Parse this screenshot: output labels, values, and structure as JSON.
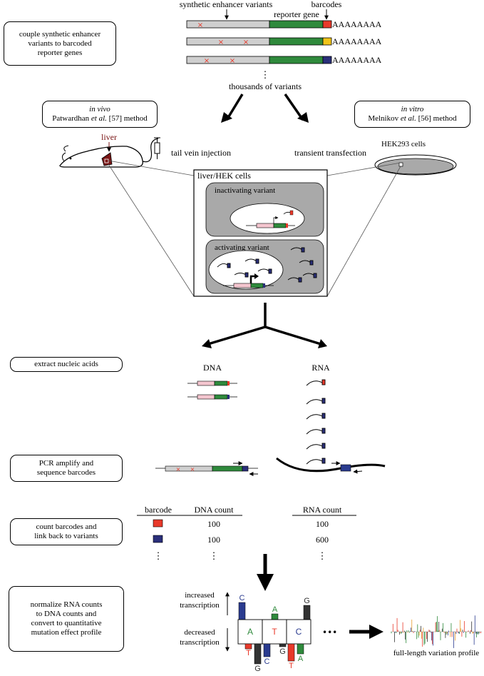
{
  "steps": {
    "couple": [
      "couple synthetic enhancer",
      "variants to barcoded",
      "reporter genes"
    ],
    "extract": "extract nucleic acids",
    "pcr": [
      "PCR amplify and",
      "sequence barcodes"
    ],
    "count": [
      "count barcodes and",
      "link back to variants"
    ],
    "normalize": [
      "normalize RNA counts",
      "to DNA counts and",
      "convert to quantitative",
      "mutation effect profile"
    ]
  },
  "construct": {
    "label_enhancers": "synthetic enhancer variants",
    "label_reporter": "reporter gene",
    "label_barcodes": "barcodes",
    "polyA": "AAAAAAAA",
    "ellipsis": "⋮",
    "thousands": "thousands of variants"
  },
  "methods": {
    "invivo_italic": "in vivo",
    "invivo_author": "Patwardhan ",
    "invivo_etal": "et al.",
    "invivo_ref": " [57] method",
    "invitro_italic": "in vitro",
    "invitro_author": "Melnikov ",
    "invitro_etal": "et al.",
    "invitro_ref": " [56] method"
  },
  "delivery": {
    "liver": "liver",
    "tail_vein": "tail vein injection",
    "transfection": "transient transfection",
    "hek": "HEK293 cells",
    "cells_box": "liver/HEK cells",
    "inactivating": "inactivating variant",
    "activating": "activating variant"
  },
  "nucleic": {
    "dna": "DNA",
    "rna": "RNA"
  },
  "table": {
    "headers": [
      "barcode",
      "DNA count",
      "RNA count"
    ],
    "rows": [
      {
        "color": "#e8392a",
        "dna": "100",
        "rna": "100"
      },
      {
        "color": "#2a2f7a",
        "dna": "100",
        "rna": "600"
      }
    ],
    "ellipsis": "⋮"
  },
  "profile": {
    "increased": "increased",
    "transcription_up": "transcription",
    "decreased": "decreased",
    "transcription_down": "transcription",
    "positions": [
      {
        "base": "A",
        "up": {
          "base": "C",
          "color": "#2a3b8f"
        }
      },
      {
        "base": "T",
        "up": {
          "base": "A",
          "color": "#2f8a3c"
        }
      },
      {
        "base": "C",
        "up": {
          "base": "G",
          "color": "#333333"
        }
      }
    ],
    "dots": "•••",
    "full_length": "full-length variation profile"
  },
  "colors": {
    "red": "#e8392a",
    "blue": "#2a3b8f",
    "green": "#2f8a3c",
    "yellow": "#f0c419",
    "gray": "#cfcfcf",
    "panel": "#a9a9a9",
    "liver": "#7a1616"
  }
}
